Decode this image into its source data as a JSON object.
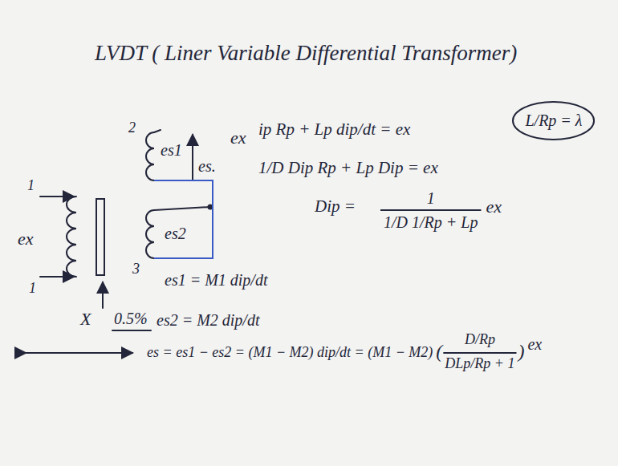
{
  "diagram": {
    "title": "LVDT ( Liner Variable Differential Transformer)",
    "nodes": [
      {
        "text": [
          "L/Rp = λ"
        ]
      }
    ],
    "labels": [
      "1",
      "ex",
      "1",
      "2",
      "es1",
      "es.",
      "ex",
      "es2",
      "3",
      "X",
      "0.5%",
      "ip Rp + Lp dip/dt = ex",
      "1/D Dip Rp + Lp Dip = ex",
      "Dip =",
      "1",
      "ex",
      "1/D 1/Rp + Lp",
      "es1 = M1 dip/dt",
      "es2 = M2 dip/dt",
      "es = es1 − es2 = (M1 − M2) dip/dt = (M1 − M2)",
      "(",
      "D/Rp",
      "DLp/Rp + 1",
      ")",
      "ex"
    ]
  }
}
